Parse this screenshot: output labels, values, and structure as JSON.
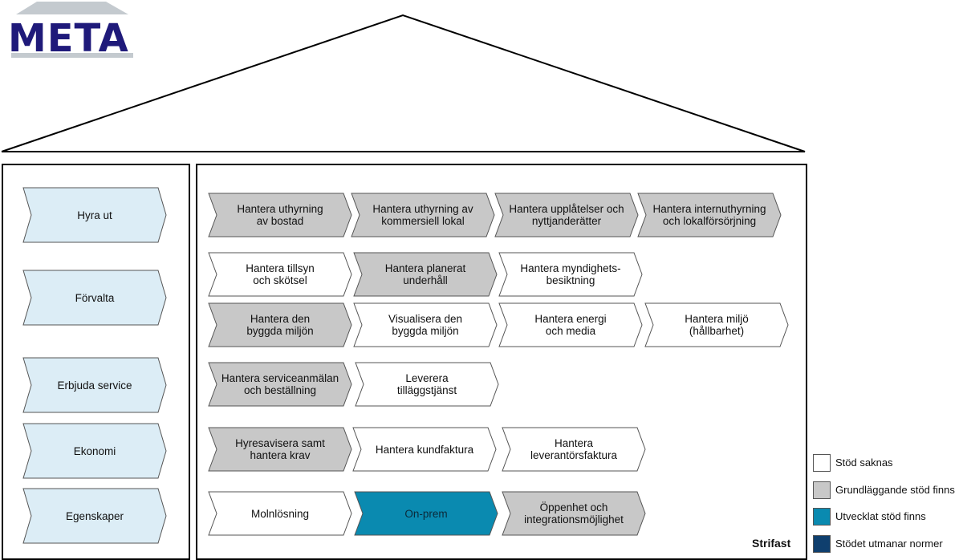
{
  "logo": {
    "text": "META"
  },
  "colors": {
    "none": "#ffffff",
    "basic": "#c8c8c8",
    "developed": "#0a8ab0",
    "challenges": "#0f3f6e",
    "left": "#dcedf6",
    "stroke": "#555555"
  },
  "categories": [
    {
      "label": "Hyra ut"
    },
    {
      "label": "Förvalta"
    },
    {
      "label": "Erbjuda service"
    },
    {
      "label": "Ekonomi"
    },
    {
      "label": "Egenskaper"
    }
  ],
  "processes": [
    {
      "label": "Hantera uthyrning\nav bostad",
      "status": "basic"
    },
    {
      "label": "Hantera uthyrning av\nkommersiell lokal",
      "status": "basic"
    },
    {
      "label": "Hantera upplåtelser och\nnyttjanderätter",
      "status": "basic"
    },
    {
      "label": "Hantera internuthyrning\noch lokalförsörjning",
      "status": "basic"
    },
    {
      "label": "Hantera tillsyn\noch skötsel",
      "status": "none"
    },
    {
      "label": "Hantera planerat\nunderhåll",
      "status": "basic"
    },
    {
      "label": "Hantera myndighets-\nbesiktning",
      "status": "none"
    },
    {
      "label": "Hantera den\nbyggda miljön",
      "status": "basic"
    },
    {
      "label": "Visualisera den\nbyggda miljön",
      "status": "none"
    },
    {
      "label": "Hantera energi\noch media",
      "status": "none"
    },
    {
      "label": "Hantera miljö\n(hållbarhet)",
      "status": "none"
    },
    {
      "label": "Hantera serviceanmälan\noch beställning",
      "status": "basic"
    },
    {
      "label": "Leverera\ntilläggstjänst",
      "status": "none"
    },
    {
      "label": "Hyresavisera samt\nhantera krav",
      "status": "basic"
    },
    {
      "label": "Hantera kundfaktura",
      "status": "none"
    },
    {
      "label": "Hantera\nleverantörsfaktura",
      "status": "none"
    },
    {
      "label": "Molnlösning",
      "status": "none"
    },
    {
      "label": "On-prem",
      "status": "developed"
    },
    {
      "label": "Öppenhet och\nintegrationsmöjlighet",
      "status": "basic"
    }
  ],
  "legend": [
    {
      "label": "Stöd saknas",
      "status": "none"
    },
    {
      "label": "Grundläggande stöd finns",
      "status": "basic"
    },
    {
      "label": "Utvecklat stöd finns",
      "status": "developed"
    },
    {
      "label": "Stödet utmanar normer",
      "status": "challenges"
    }
  ],
  "footer": {
    "label": "Strifast"
  }
}
